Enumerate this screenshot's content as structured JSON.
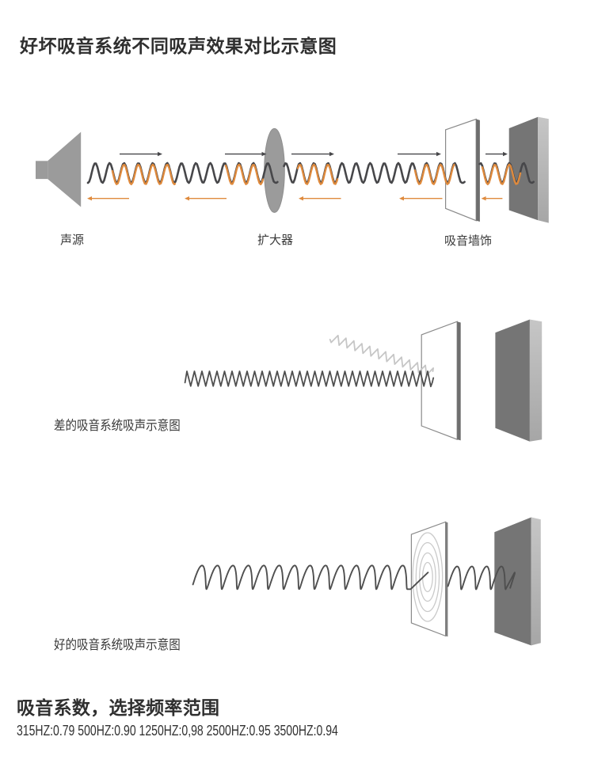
{
  "page": {
    "title": "好坏吸音系统不同吸声效果对比示意图"
  },
  "comparison_diagram": {
    "labels": {
      "source": "声源",
      "amplifier": "扩大器",
      "wall": "吸音墙饰"
    }
  },
  "bad_system_diagram": {
    "caption": "差的吸音系统吸声示意图"
  },
  "good_system_diagram": {
    "caption": "好的吸音系统吸声示意图"
  },
  "footer": {
    "title": "吸音系数，选择频率范围",
    "coefficients_text": "315HZ:0.79 500HZ:0.90 1250HZ:0,98 2500HZ:0.95 3500HZ:0.94",
    "coefficients": [
      {
        "frequency": "315HZ",
        "value": "0.79"
      },
      {
        "frequency": "500HZ",
        "value": "0.90"
      },
      {
        "frequency": "1250HZ",
        "value": "0,98"
      },
      {
        "frequency": "2500HZ",
        "value": "0.95"
      },
      {
        "frequency": "3500HZ",
        "value": "0.94"
      }
    ]
  },
  "colors": {
    "accent-orange": "#DF8A3D",
    "wave-dark": "#47474A",
    "shape-gray": "#9B9B9B",
    "block-front": "#757575",
    "block-side-top": "#C6C6C6",
    "block-side-bottom": "#A6A6A6",
    "block-top": "#D8D8D8",
    "panel-side": "#6E6E6E",
    "panel-border": "#8A8A8A",
    "beam-light": "#C6C6C6",
    "ring-gray": "#CACACA",
    "text-dark": "#2F2F2F",
    "text-label": "#3A3A3A"
  }
}
